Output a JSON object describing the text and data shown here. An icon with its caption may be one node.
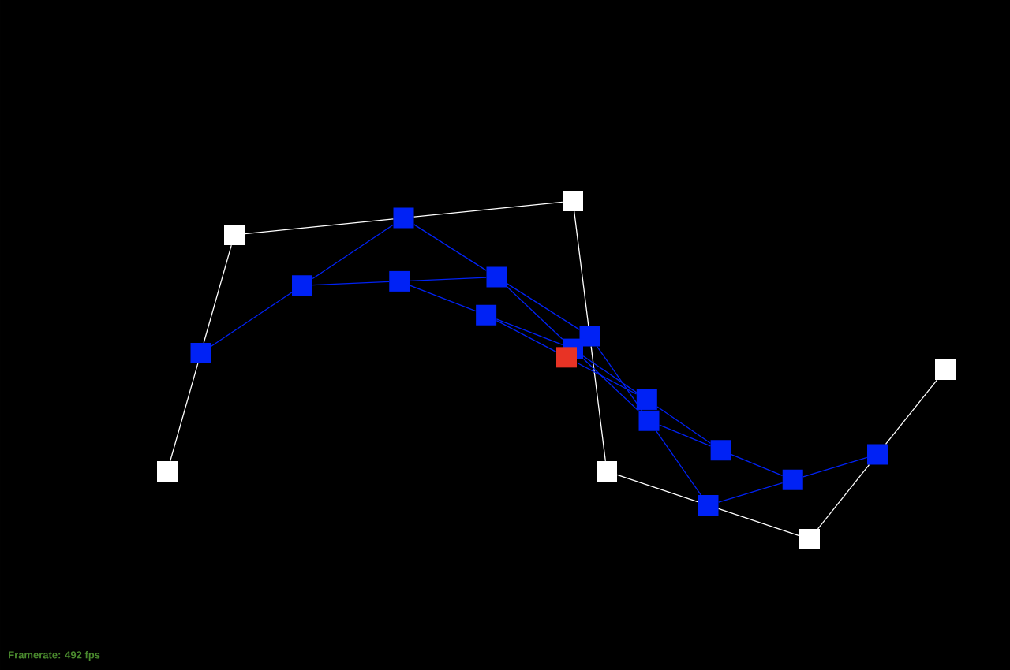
{
  "diagram": {
    "nodes": [
      {
        "text": [],
        "shape": "box"
      },
      {
        "text": [],
        "shape": "box"
      },
      {
        "text": [],
        "shape": "box"
      },
      {
        "text": [],
        "shape": "box"
      },
      {
        "text": [],
        "shape": "box"
      },
      {
        "text": [],
        "shape": "box"
      },
      {
        "text": [],
        "shape": "box"
      },
      {
        "text": [],
        "shape": "box"
      },
      {
        "text": [],
        "shape": "box"
      },
      {
        "text": [],
        "shape": "box"
      },
      {
        "text": [],
        "shape": "box"
      },
      {
        "text": [],
        "shape": "box"
      },
      {
        "text": [],
        "shape": "box"
      },
      {
        "text": [],
        "shape": "box"
      },
      {
        "text": [],
        "shape": "box"
      },
      {
        "text": [],
        "shape": "box"
      },
      {
        "text": [],
        "shape": "box"
      },
      {
        "text": [],
        "shape": "box"
      },
      {
        "text": [],
        "shape": "box"
      },
      {
        "text": [],
        "shape": "box"
      },
      {
        "text": [],
        "shape": "box"
      }
    ],
    "edges": [
      {
        "from": 0,
        "to": 6,
        "arrow": "none",
        "color": "#ffffff"
      },
      {
        "from": 6,
        "to": 1,
        "arrow": "none",
        "color": "#ffffff"
      },
      {
        "from": 1,
        "to": 7,
        "arrow": "none",
        "color": "#ffffff"
      },
      {
        "from": 7,
        "to": 2,
        "arrow": "none",
        "color": "#ffffff"
      },
      {
        "from": 2,
        "to": 8,
        "arrow": "none",
        "color": "#ffffff"
      },
      {
        "from": 8,
        "to": 3,
        "arrow": "none",
        "color": "#ffffff"
      },
      {
        "from": 3,
        "to": 9,
        "arrow": "none",
        "color": "#ffffff"
      },
      {
        "from": 9,
        "to": 4,
        "arrow": "none",
        "color": "#ffffff"
      },
      {
        "from": 4,
        "to": 10,
        "arrow": "none",
        "color": "#ffffff"
      },
      {
        "from": 10,
        "to": 5,
        "arrow": "none",
        "color": "#ffffff"
      },
      {
        "from": 6,
        "to": 11,
        "arrow": "none"
      },
      {
        "from": 11,
        "to": 7,
        "arrow": "none"
      },
      {
        "from": 7,
        "to": 12,
        "arrow": "none"
      },
      {
        "from": 12,
        "to": 8,
        "arrow": "none"
      },
      {
        "from": 8,
        "to": 13,
        "arrow": "none"
      },
      {
        "from": 13,
        "to": 9,
        "arrow": "none"
      },
      {
        "from": 9,
        "to": 14,
        "arrow": "none"
      },
      {
        "from": 14,
        "to": 10,
        "arrow": "none"
      },
      {
        "from": 11,
        "to": 15,
        "arrow": "none"
      },
      {
        "from": 15,
        "to": 12,
        "arrow": "none"
      },
      {
        "from": 12,
        "to": 16,
        "arrow": "none"
      },
      {
        "from": 16,
        "to": 13,
        "arrow": "none"
      },
      {
        "from": 13,
        "to": 17,
        "arrow": "none"
      },
      {
        "from": 17,
        "to": 14,
        "arrow": "none"
      },
      {
        "from": 15,
        "to": 18,
        "arrow": "none"
      },
      {
        "from": 18,
        "to": 16,
        "arrow": "none"
      },
      {
        "from": 16,
        "to": 19,
        "arrow": "none"
      },
      {
        "from": 19,
        "to": 17,
        "arrow": "none"
      },
      {
        "from": 18,
        "to": 20,
        "arrow": "none"
      },
      {
        "from": 20,
        "to": 19,
        "arrow": "none"
      }
    ],
    "labels": [
      "Framerate: 492 fps"
    ]
  }
}
